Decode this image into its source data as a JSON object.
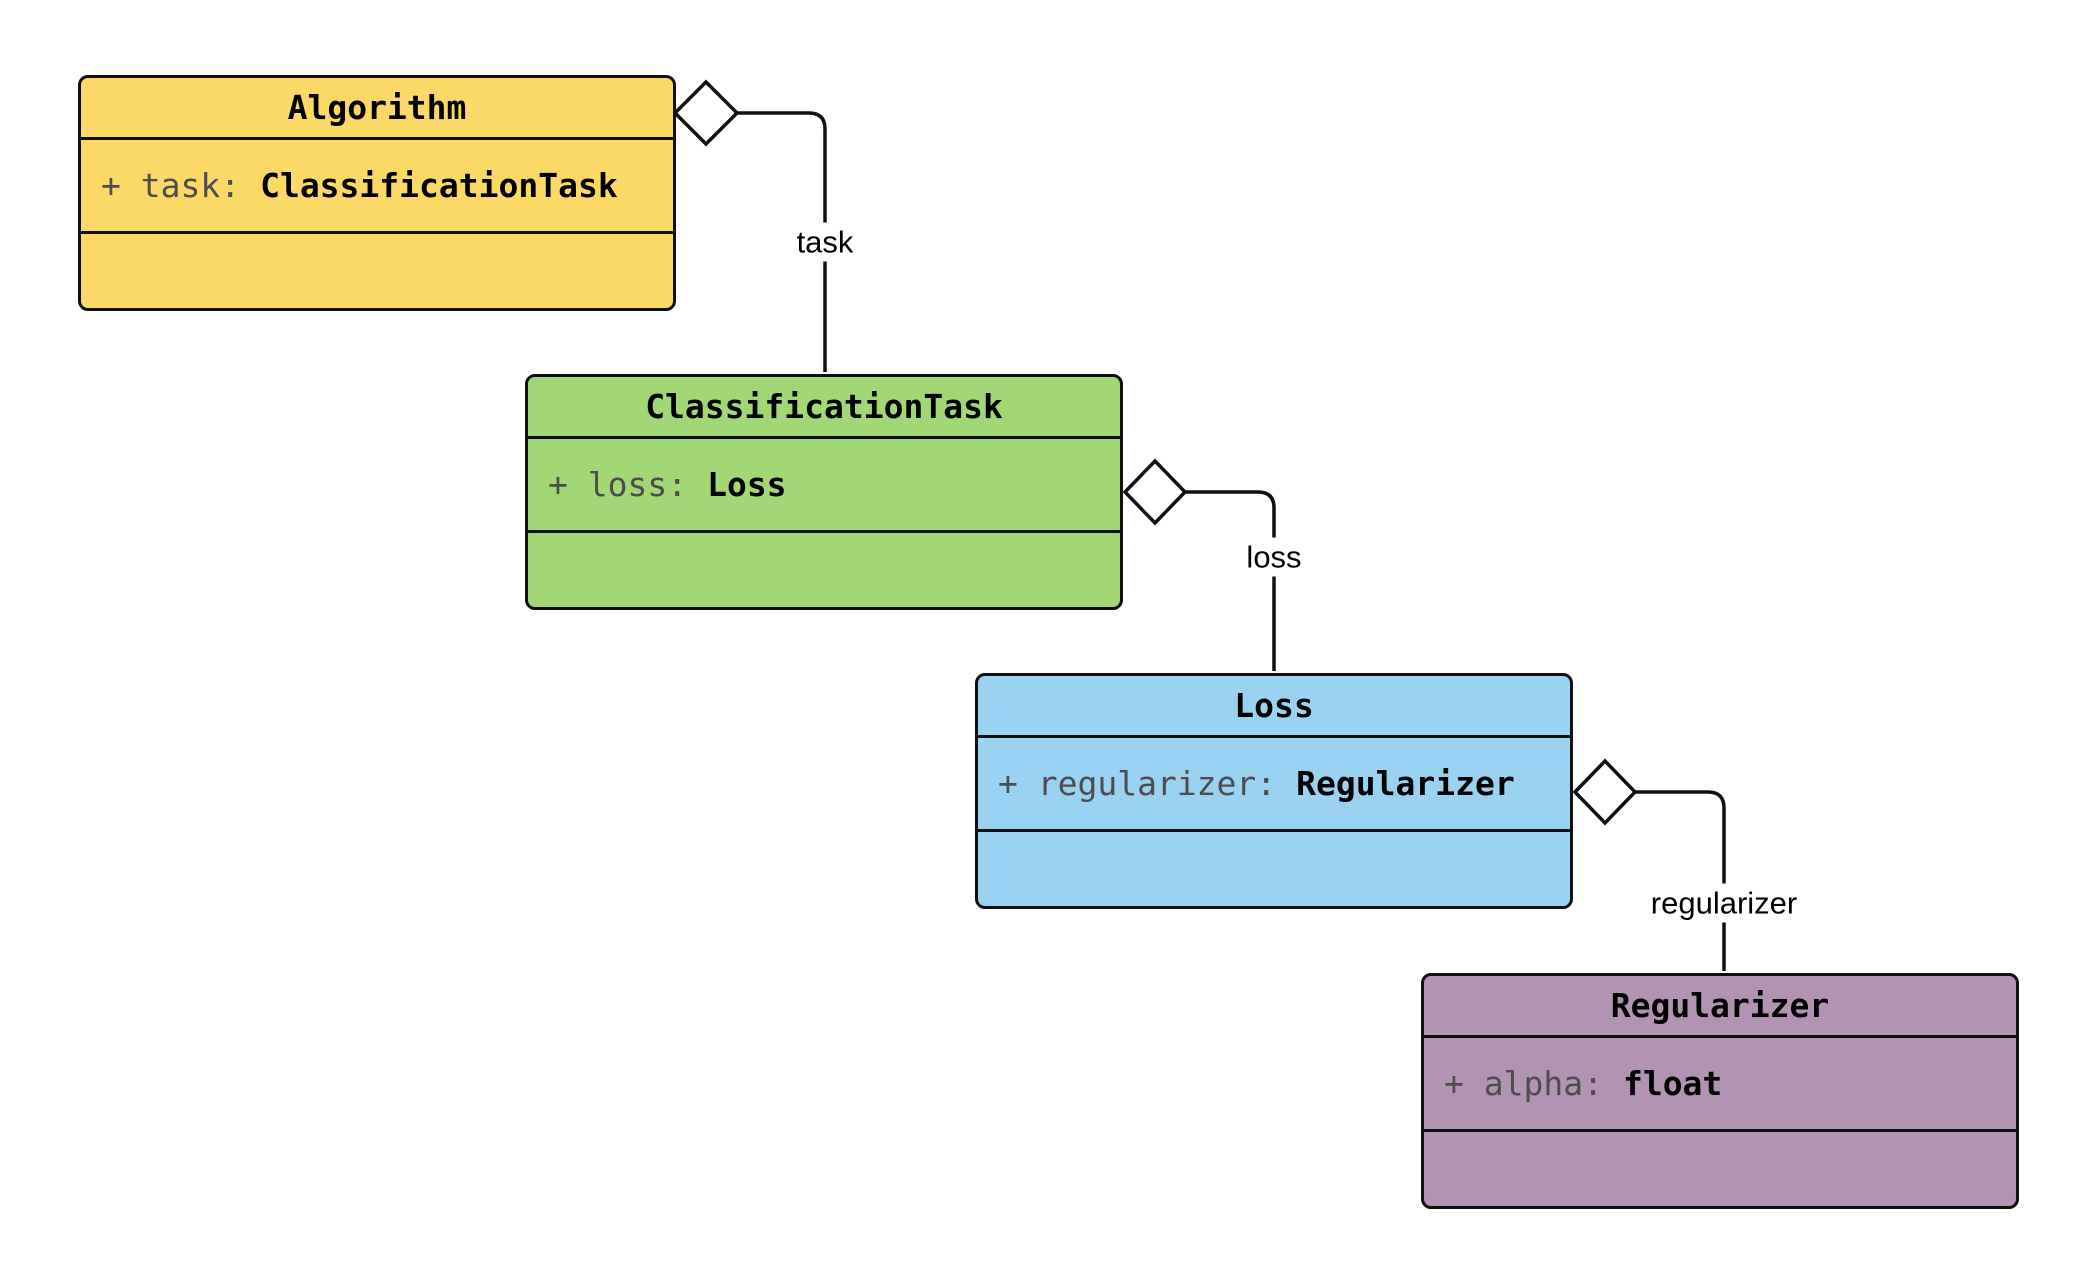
{
  "diagram": {
    "classes": [
      {
        "name": "Algorithm",
        "attr_label": "+ task:",
        "attr_type": "ClassificationTask",
        "fill": "#FCD867"
      },
      {
        "name": "ClassificationTask",
        "attr_label": "+ loss:",
        "attr_type": "Loss",
        "fill": "#A1D774"
      },
      {
        "name": "Loss",
        "attr_label": "+ regularizer:",
        "attr_type": "Regularizer",
        "fill": "#9AD2F2"
      },
      {
        "name": "Regularizer",
        "attr_label": "+ alpha:",
        "attr_type": "float",
        "fill": "#B293B4"
      }
    ],
    "edges": [
      {
        "from": "Algorithm",
        "to": "ClassificationTask",
        "label": "task",
        "kind": "aggregation"
      },
      {
        "from": "ClassificationTask",
        "to": "Loss",
        "label": "loss",
        "kind": "aggregation"
      },
      {
        "from": "Loss",
        "to": "Regularizer",
        "label": "regularizer",
        "kind": "aggregation"
      }
    ],
    "colors": {
      "background": "#FFFFFF",
      "line": "#101010",
      "attribute_name_text": "#4D4D4D",
      "attribute_type_text": "#000000",
      "diamond_fill": "#FFFFFF"
    }
  }
}
